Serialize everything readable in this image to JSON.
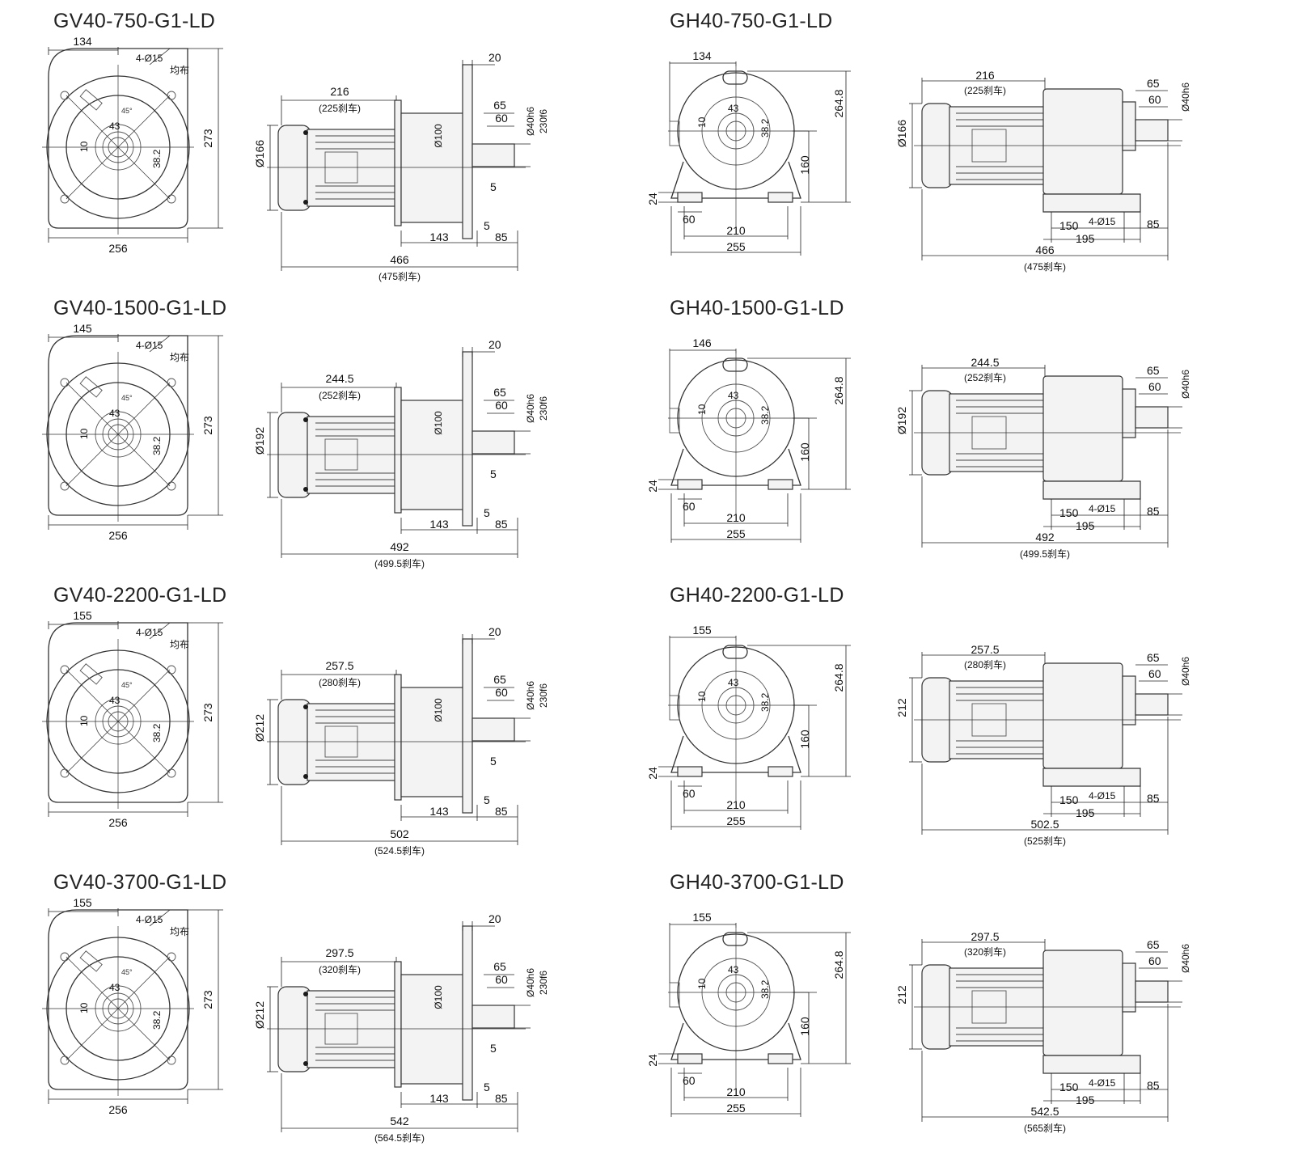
{
  "panels": [
    {
      "title": "GV40-750-G1-LD",
      "front": {
        "width_upper": "134",
        "holes": "4-Ø15",
        "holes_note": "均布",
        "angle": "45°",
        "height": "273",
        "base_width": "256",
        "key_width": "43",
        "key_a": "10",
        "key_b": "38.2"
      },
      "side": {
        "motor_len": "216",
        "motor_len_brake": "(225刹车)",
        "motor_dia": "Ø166",
        "flange_t": "20",
        "shaft_len": "65",
        "key_len": "60",
        "shaft_dia": "Ø40h6",
        "pilot_dia": "230f6",
        "spigot_dia": "Ø100",
        "offset_a": "5",
        "offset_b": "5",
        "dist_a": "143",
        "dist_b": "85",
        "total_len": "466",
        "total_len_brake": "(475刹车)"
      }
    },
    {
      "title": "GH40-750-G1-LD",
      "front": {
        "width_upper": "134",
        "key_width": "43",
        "key_a": "10",
        "key_b": "38.2",
        "center_h": "160",
        "total_h": "264.8",
        "foot_h": "24",
        "foot_w": "60",
        "hole_span": "210",
        "base_width": "255"
      },
      "side": {
        "motor_len": "216",
        "motor_len_brake": "(225刹车)",
        "motor_dia": "Ø166",
        "shaft_len": "65",
        "key_len": "60",
        "shaft_dia": "Ø40h6",
        "holes": "4-Ø15",
        "foot_a": "150",
        "foot_b": "195",
        "foot_c": "85",
        "total_len": "466",
        "total_len_brake": "(475刹车)"
      }
    },
    {
      "title": "GV40-1500-G1-LD",
      "front": {
        "width_upper": "145",
        "holes": "4-Ø15",
        "holes_note": "均布",
        "angle": "45°",
        "height": "273",
        "base_width": "256",
        "key_width": "43",
        "key_a": "10",
        "key_b": "38.2"
      },
      "side": {
        "motor_len": "244.5",
        "motor_len_brake": "(252刹车)",
        "motor_dia": "Ø192",
        "flange_t": "20",
        "shaft_len": "65",
        "key_len": "60",
        "shaft_dia": "Ø40h6",
        "pilot_dia": "230f6",
        "spigot_dia": "Ø100",
        "offset_a": "5",
        "offset_b": "5",
        "dist_a": "143",
        "dist_b": "85",
        "total_len": "492",
        "total_len_brake": "(499.5刹车)"
      }
    },
    {
      "title": "GH40-1500-G1-LD",
      "front": {
        "width_upper": "146",
        "key_width": "43",
        "key_a": "10",
        "key_b": "38.2",
        "center_h": "160",
        "total_h": "264.8",
        "foot_h": "24",
        "foot_w": "60",
        "hole_span": "210",
        "base_width": "255"
      },
      "side": {
        "motor_len": "244.5",
        "motor_len_brake": "(252刹车)",
        "motor_dia": "Ø192",
        "shaft_len": "65",
        "key_len": "60",
        "shaft_dia": "Ø40h6",
        "holes": "4-Ø15",
        "foot_a": "150",
        "foot_b": "195",
        "foot_c": "85",
        "total_len": "492",
        "total_len_brake": "(499.5刹车)"
      }
    },
    {
      "title": "GV40-2200-G1-LD",
      "front": {
        "width_upper": "155",
        "holes": "4-Ø15",
        "holes_note": "均布",
        "angle": "45°",
        "height": "273",
        "base_width": "256",
        "key_width": "43",
        "key_a": "10",
        "key_b": "38.2"
      },
      "side": {
        "motor_len": "257.5",
        "motor_len_brake": "(280刹车)",
        "motor_dia": "Ø212",
        "flange_t": "20",
        "shaft_len": "65",
        "key_len": "60",
        "shaft_dia": "Ø40h6",
        "pilot_dia": "230f6",
        "spigot_dia": "Ø100",
        "offset_a": "5",
        "offset_b": "5",
        "dist_a": "143",
        "dist_b": "85",
        "total_len": "502",
        "total_len_brake": "(524.5刹车)"
      }
    },
    {
      "title": "GH40-2200-G1-LD",
      "front": {
        "width_upper": "155",
        "key_width": "43",
        "key_a": "10",
        "key_b": "38.2",
        "center_h": "160",
        "total_h": "264.8",
        "foot_h": "24",
        "foot_w": "60",
        "hole_span": "210",
        "base_width": "255"
      },
      "side": {
        "motor_len": "257.5",
        "motor_len_brake": "(280刹车)",
        "motor_dia": "212",
        "shaft_len": "65",
        "key_len": "60",
        "shaft_dia": "Ø40h6",
        "holes": "4-Ø15",
        "foot_a": "150",
        "foot_b": "195",
        "foot_c": "85",
        "total_len": "502.5",
        "total_len_brake": "(525刹车)"
      }
    },
    {
      "title": "GV40-3700-G1-LD",
      "front": {
        "width_upper": "155",
        "holes": "4-Ø15",
        "holes_note": "均布",
        "angle": "45°",
        "height": "273",
        "base_width": "256",
        "key_width": "43",
        "key_a": "10",
        "key_b": "38.2"
      },
      "side": {
        "motor_len": "297.5",
        "motor_len_brake": "(320刹车)",
        "motor_dia": "Ø212",
        "flange_t": "20",
        "shaft_len": "65",
        "key_len": "60",
        "shaft_dia": "Ø40h6",
        "pilot_dia": "230f6",
        "spigot_dia": "Ø100",
        "offset_a": "5",
        "offset_b": "5",
        "dist_a": "143",
        "dist_b": "85",
        "total_len": "542",
        "total_len_brake": "(564.5刹车)"
      }
    },
    {
      "title": "GH40-3700-G1-LD",
      "front": {
        "width_upper": "155",
        "key_width": "43",
        "key_a": "10",
        "key_b": "38.2",
        "center_h": "160",
        "total_h": "264.8",
        "foot_h": "24",
        "foot_w": "60",
        "hole_span": "210",
        "base_width": "255"
      },
      "side": {
        "motor_len": "297.5",
        "motor_len_brake": "(320刹车)",
        "motor_dia": "212",
        "shaft_len": "65",
        "key_len": "60",
        "shaft_dia": "Ø40h6",
        "holes": "4-Ø15",
        "foot_a": "150",
        "foot_b": "195",
        "foot_c": "85",
        "total_len": "542.5",
        "total_len_brake": "(565刹车)"
      }
    }
  ]
}
